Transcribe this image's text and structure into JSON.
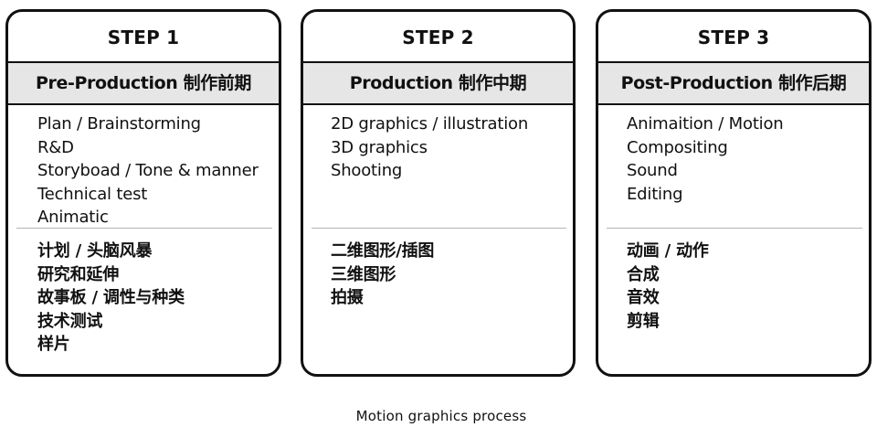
{
  "steps": [
    {
      "title": "STEP 1",
      "band": "Pre-Production 制作前期",
      "items_en": [
        "Plan / Brainstorming",
        "R&D",
        "Storyboad / Tone & manner",
        "Technical test",
        "Animatic"
      ],
      "items_zh": [
        "计划 / 头脑风暴",
        "研究和延伸",
        "故事板 / 调性与种类",
        "技术测试",
        "样片"
      ]
    },
    {
      "title": "STEP 2",
      "band": "Production 制作中期",
      "items_en": [
        "2D graphics / illustration",
        "3D graphics",
        "Shooting"
      ],
      "items_zh": [
        "二维图形/插图",
        "三维图形",
        "拍摄"
      ]
    },
    {
      "title": "STEP 3",
      "band": "Post-Production 制作后期",
      "items_en": [
        "Animaition / Motion",
        "Compositing",
        "Sound",
        "Editing"
      ],
      "items_zh": [
        "动画 / 动作",
        "合成",
        "音效",
        "剪辑"
      ]
    }
  ],
  "caption": "Motion graphics process"
}
